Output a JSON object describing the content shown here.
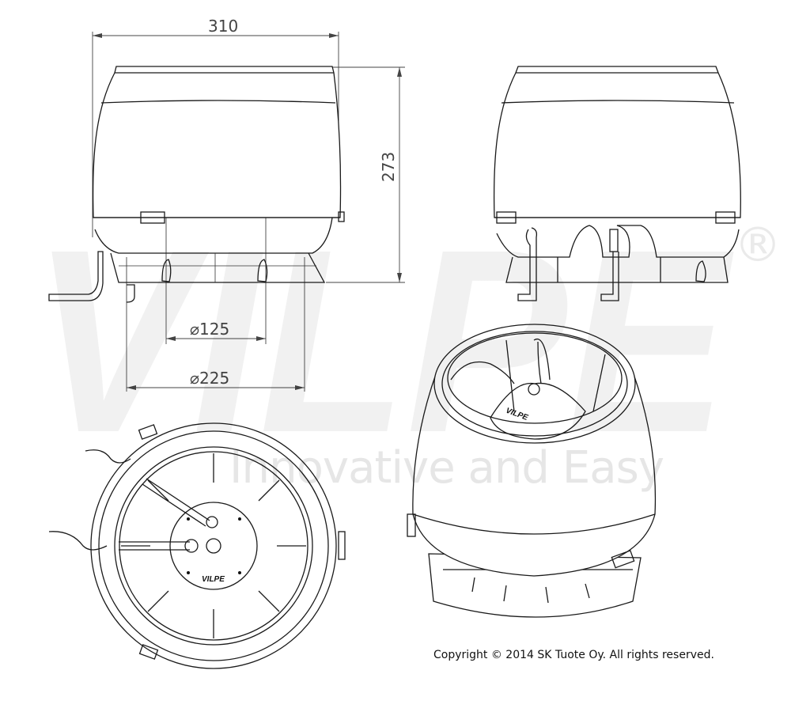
{
  "watermark": {
    "brand": "VILPE",
    "registered": "®",
    "slogan": "Innovative and Easy"
  },
  "dimensions": {
    "width": "310",
    "height": "273",
    "inner_diameter": "⌀125",
    "outer_diameter": "⌀225"
  },
  "hub_logo": "VILPE",
  "copyright": "Copyright © 2014 SK Tuote Oy. All rights reserved.",
  "colors": {
    "line": "#1a1a1a",
    "watermark_gray": "#efefef",
    "watermark_red": "#fbe3e3"
  }
}
